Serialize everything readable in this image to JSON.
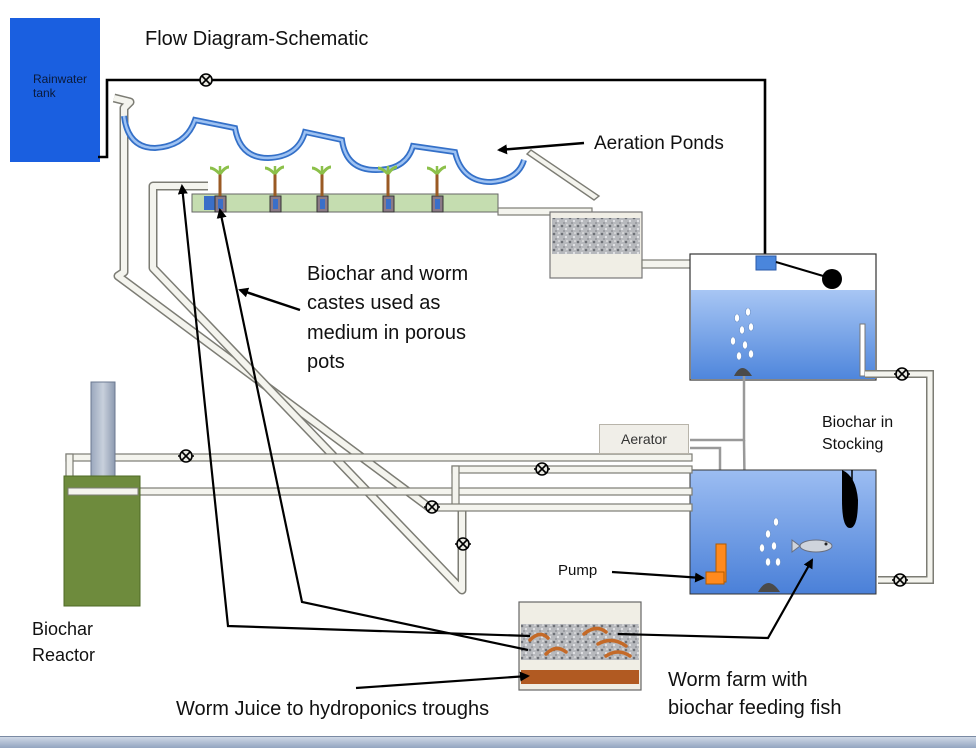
{
  "title": "Flow Diagram-Schematic",
  "rainwater_tank_label": "Rainwater\ntank",
  "aeration_ponds_label": "Aeration Ponds",
  "biochar_worm_label": "Biochar and worm\ncastes used as\nmedium in porous\npots",
  "aerator_label": "Aerator",
  "biochar_stocking_label": "Biochar in\nStocking",
  "pump_label": "Pump",
  "biochar_reactor_label": "Biochar\nReactor",
  "worm_farm_label": "Worm farm with\nbiochar feeding fish",
  "worm_juice_label": "Worm Juice to hydroponics troughs",
  "colors": {
    "rainwater_tank": "#1a5fe0",
    "pond_stroke": "#4a8fd8",
    "trough": "#c5ddb0",
    "water_tank": "#5b8fe0",
    "reactor": "#6e8b3d",
    "pipe_fill": "#f4f4ee",
    "worm": "#c46a28",
    "worm_bed_bottom": "#b15a22"
  },
  "icons": [
    "valve-icon",
    "float-icon",
    "bubble-icon",
    "fish-icon",
    "plant-icon",
    "arrow-icon"
  ]
}
